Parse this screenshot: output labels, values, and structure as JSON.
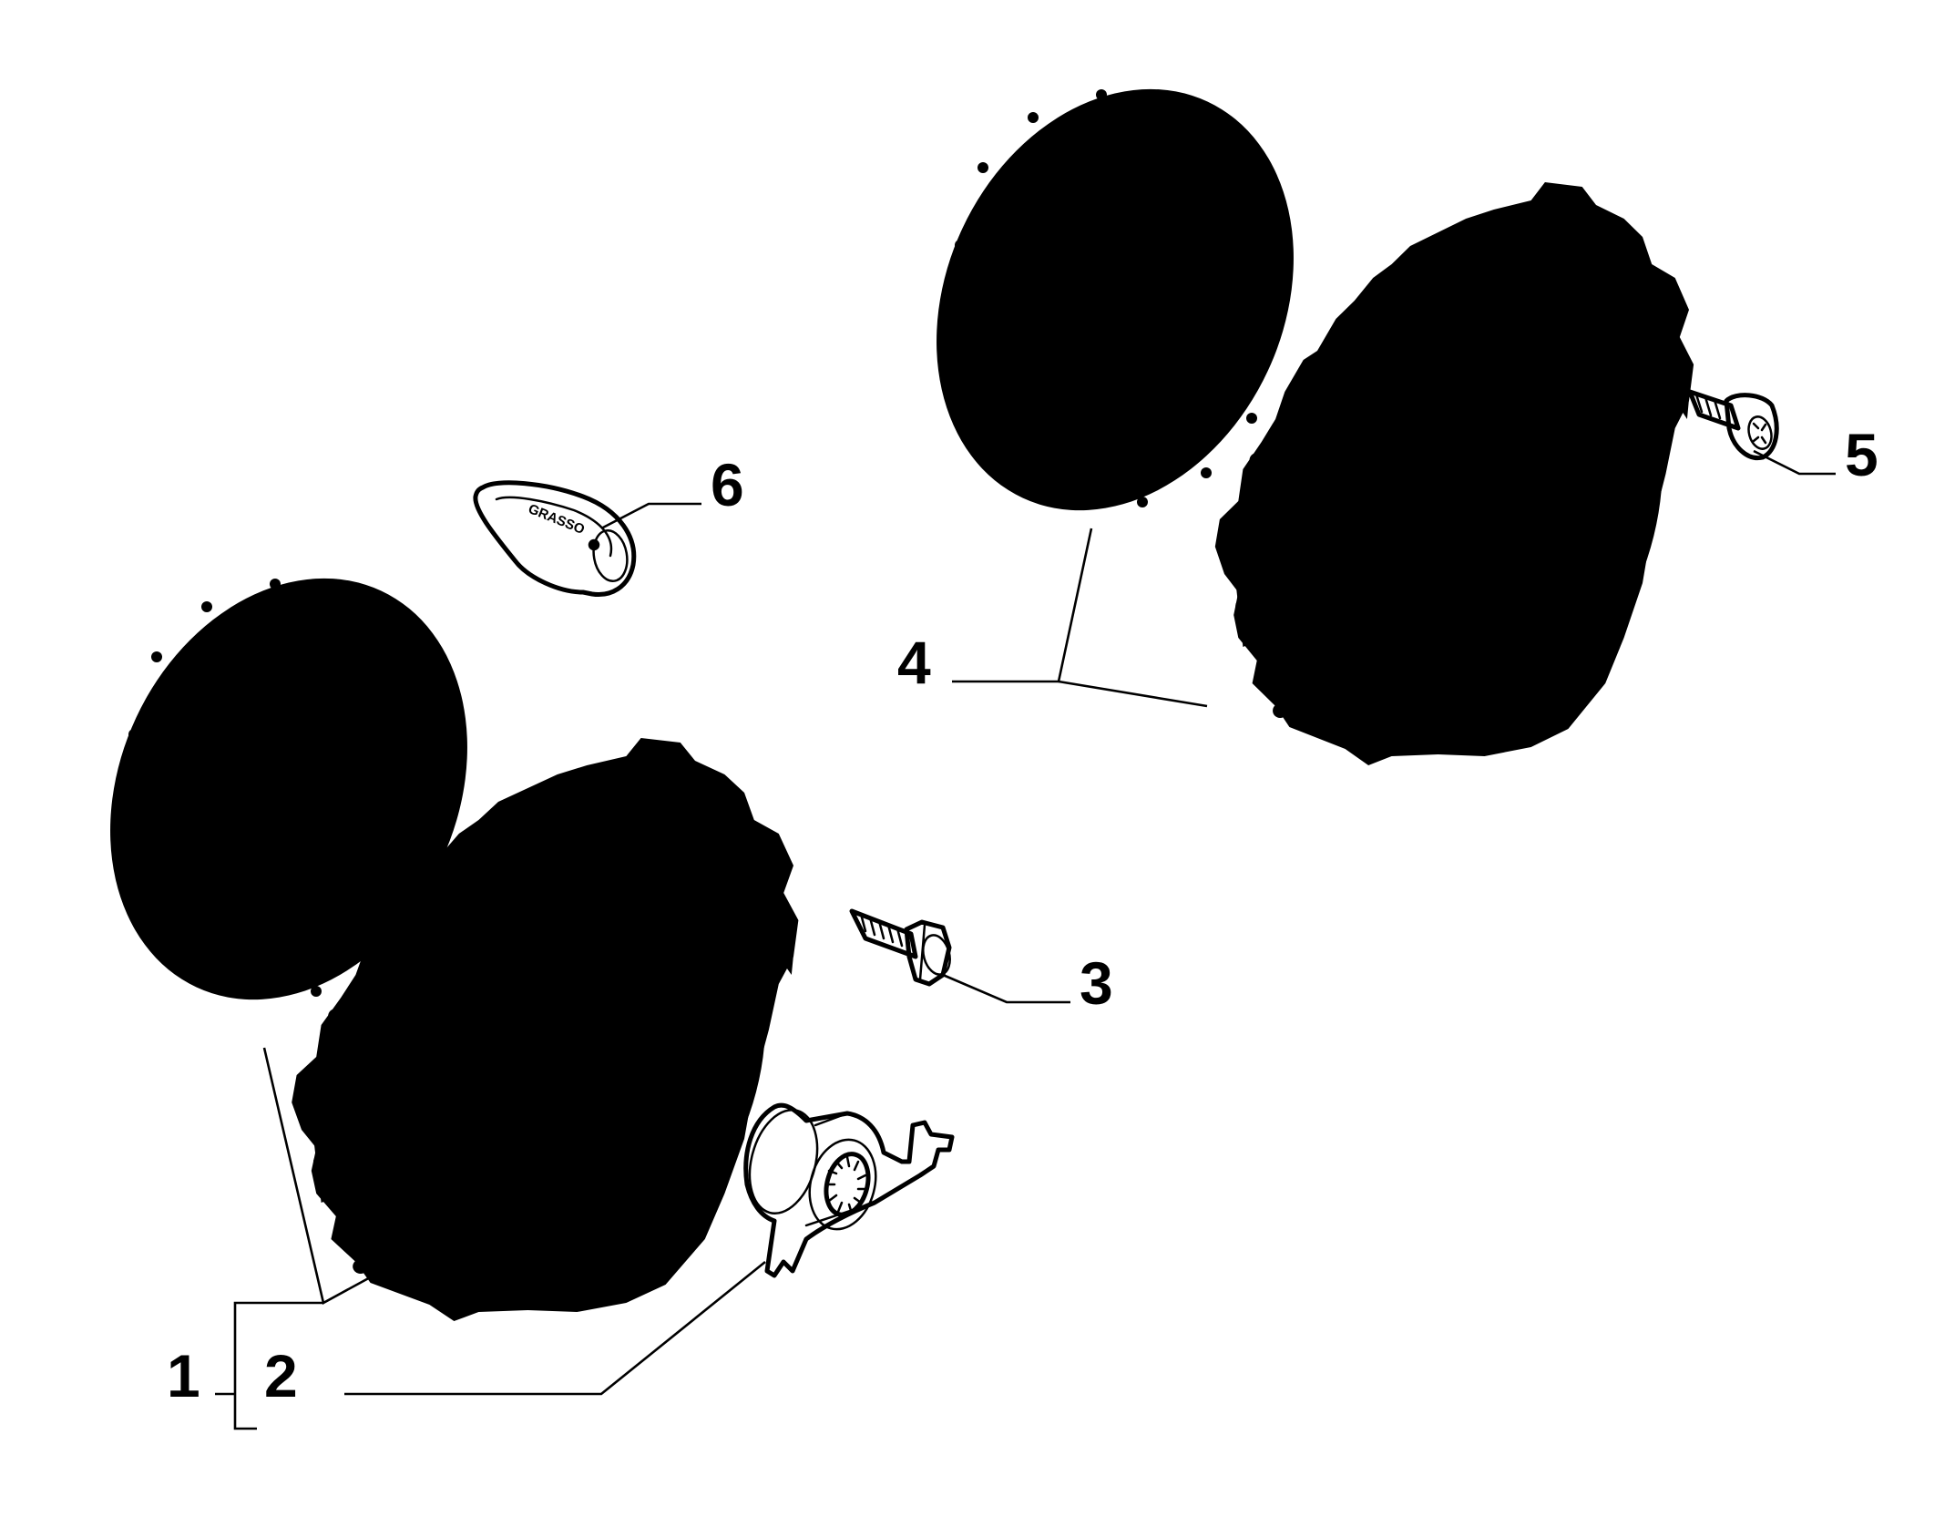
{
  "diagram": {
    "callouts": {
      "c1": "1",
      "c2": "2",
      "c3": "3",
      "c4": "4",
      "c5": "5",
      "c6": "6"
    },
    "grease_label": "GRASSO"
  }
}
